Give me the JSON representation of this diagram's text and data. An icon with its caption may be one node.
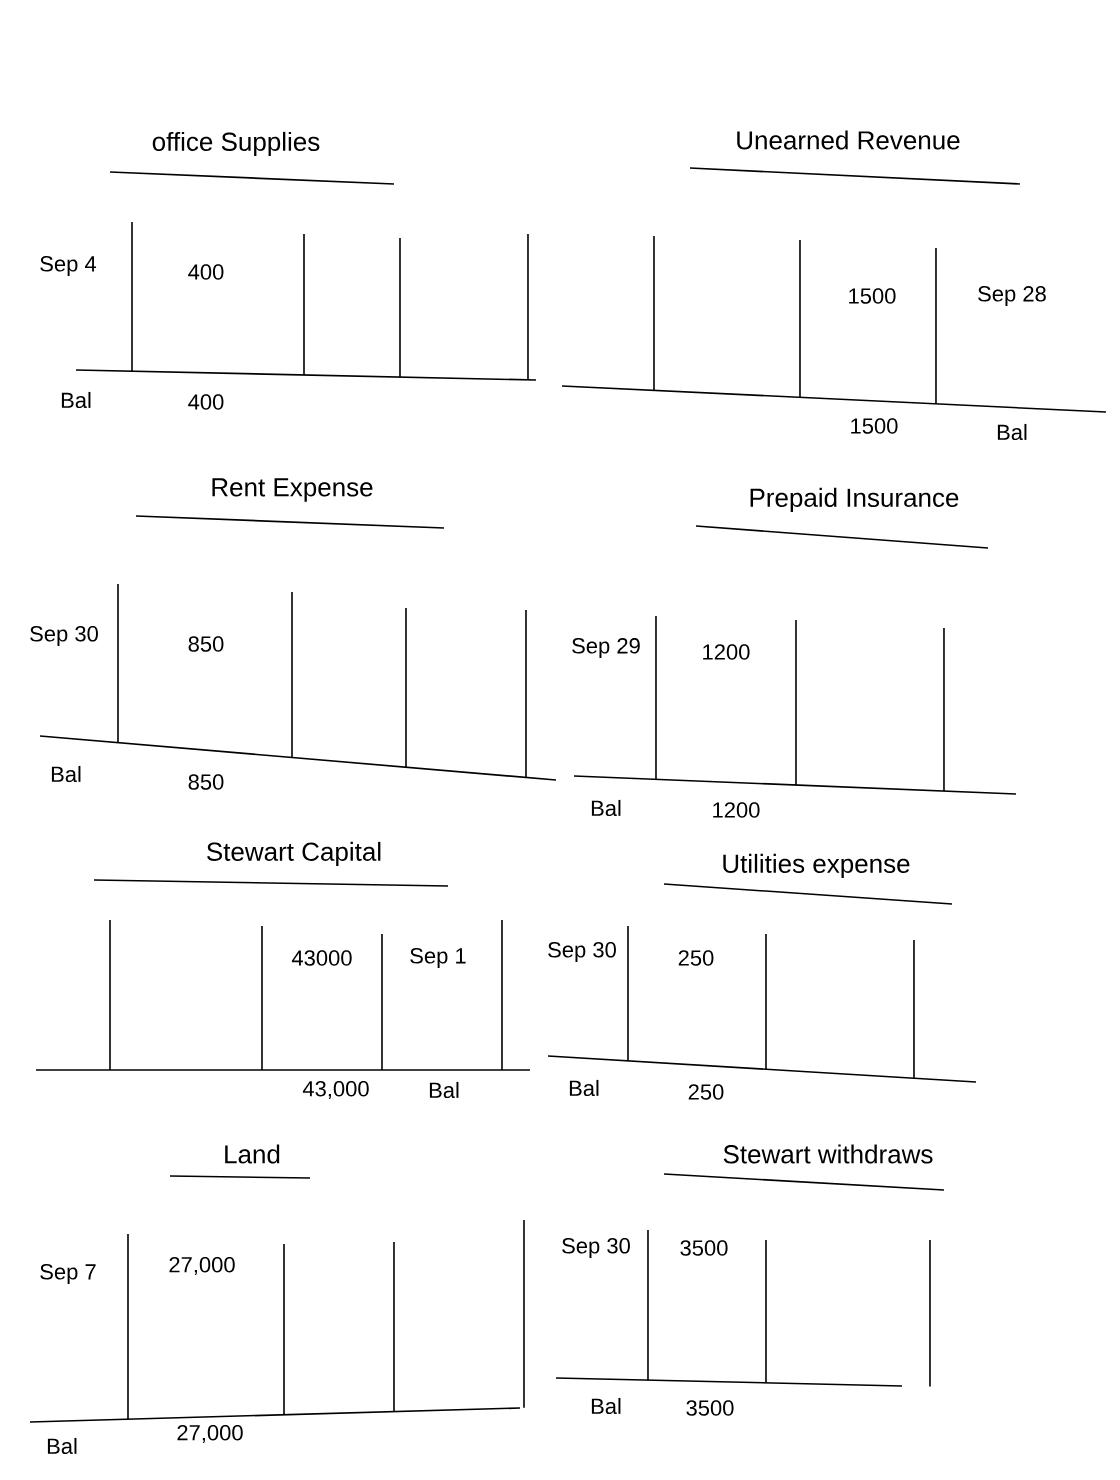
{
  "diagram": {
    "nodes": [
      {
        "text": [
          "office Supplies",
          "Sep 4",
          "400",
          "Bal",
          "400"
        ]
      },
      {
        "text": [
          "Unearned Revenue",
          "1500",
          "Sep 28",
          "1500",
          "Bal"
        ]
      },
      {
        "text": [
          "Rent Expense",
          "Sep 30",
          "850",
          "Bal",
          "850"
        ]
      },
      {
        "text": [
          "Prepaid Insurance",
          "Sep 29",
          "1200",
          "Bal",
          "1200"
        ]
      },
      {
        "text": [
          "Stewart Capital",
          "43000",
          "Sep 1",
          "43,000",
          "Bal"
        ]
      },
      {
        "text": [
          "Utilities expense",
          "Sep 30",
          "250",
          "Bal",
          "250"
        ]
      },
      {
        "text": [
          "Land",
          "Sep 7",
          "27,000",
          "Bal",
          "27,000"
        ]
      },
      {
        "text": [
          "Stewart withdraws",
          "Sep 30",
          "3500",
          "Bal",
          "3500"
        ]
      }
    ]
  }
}
